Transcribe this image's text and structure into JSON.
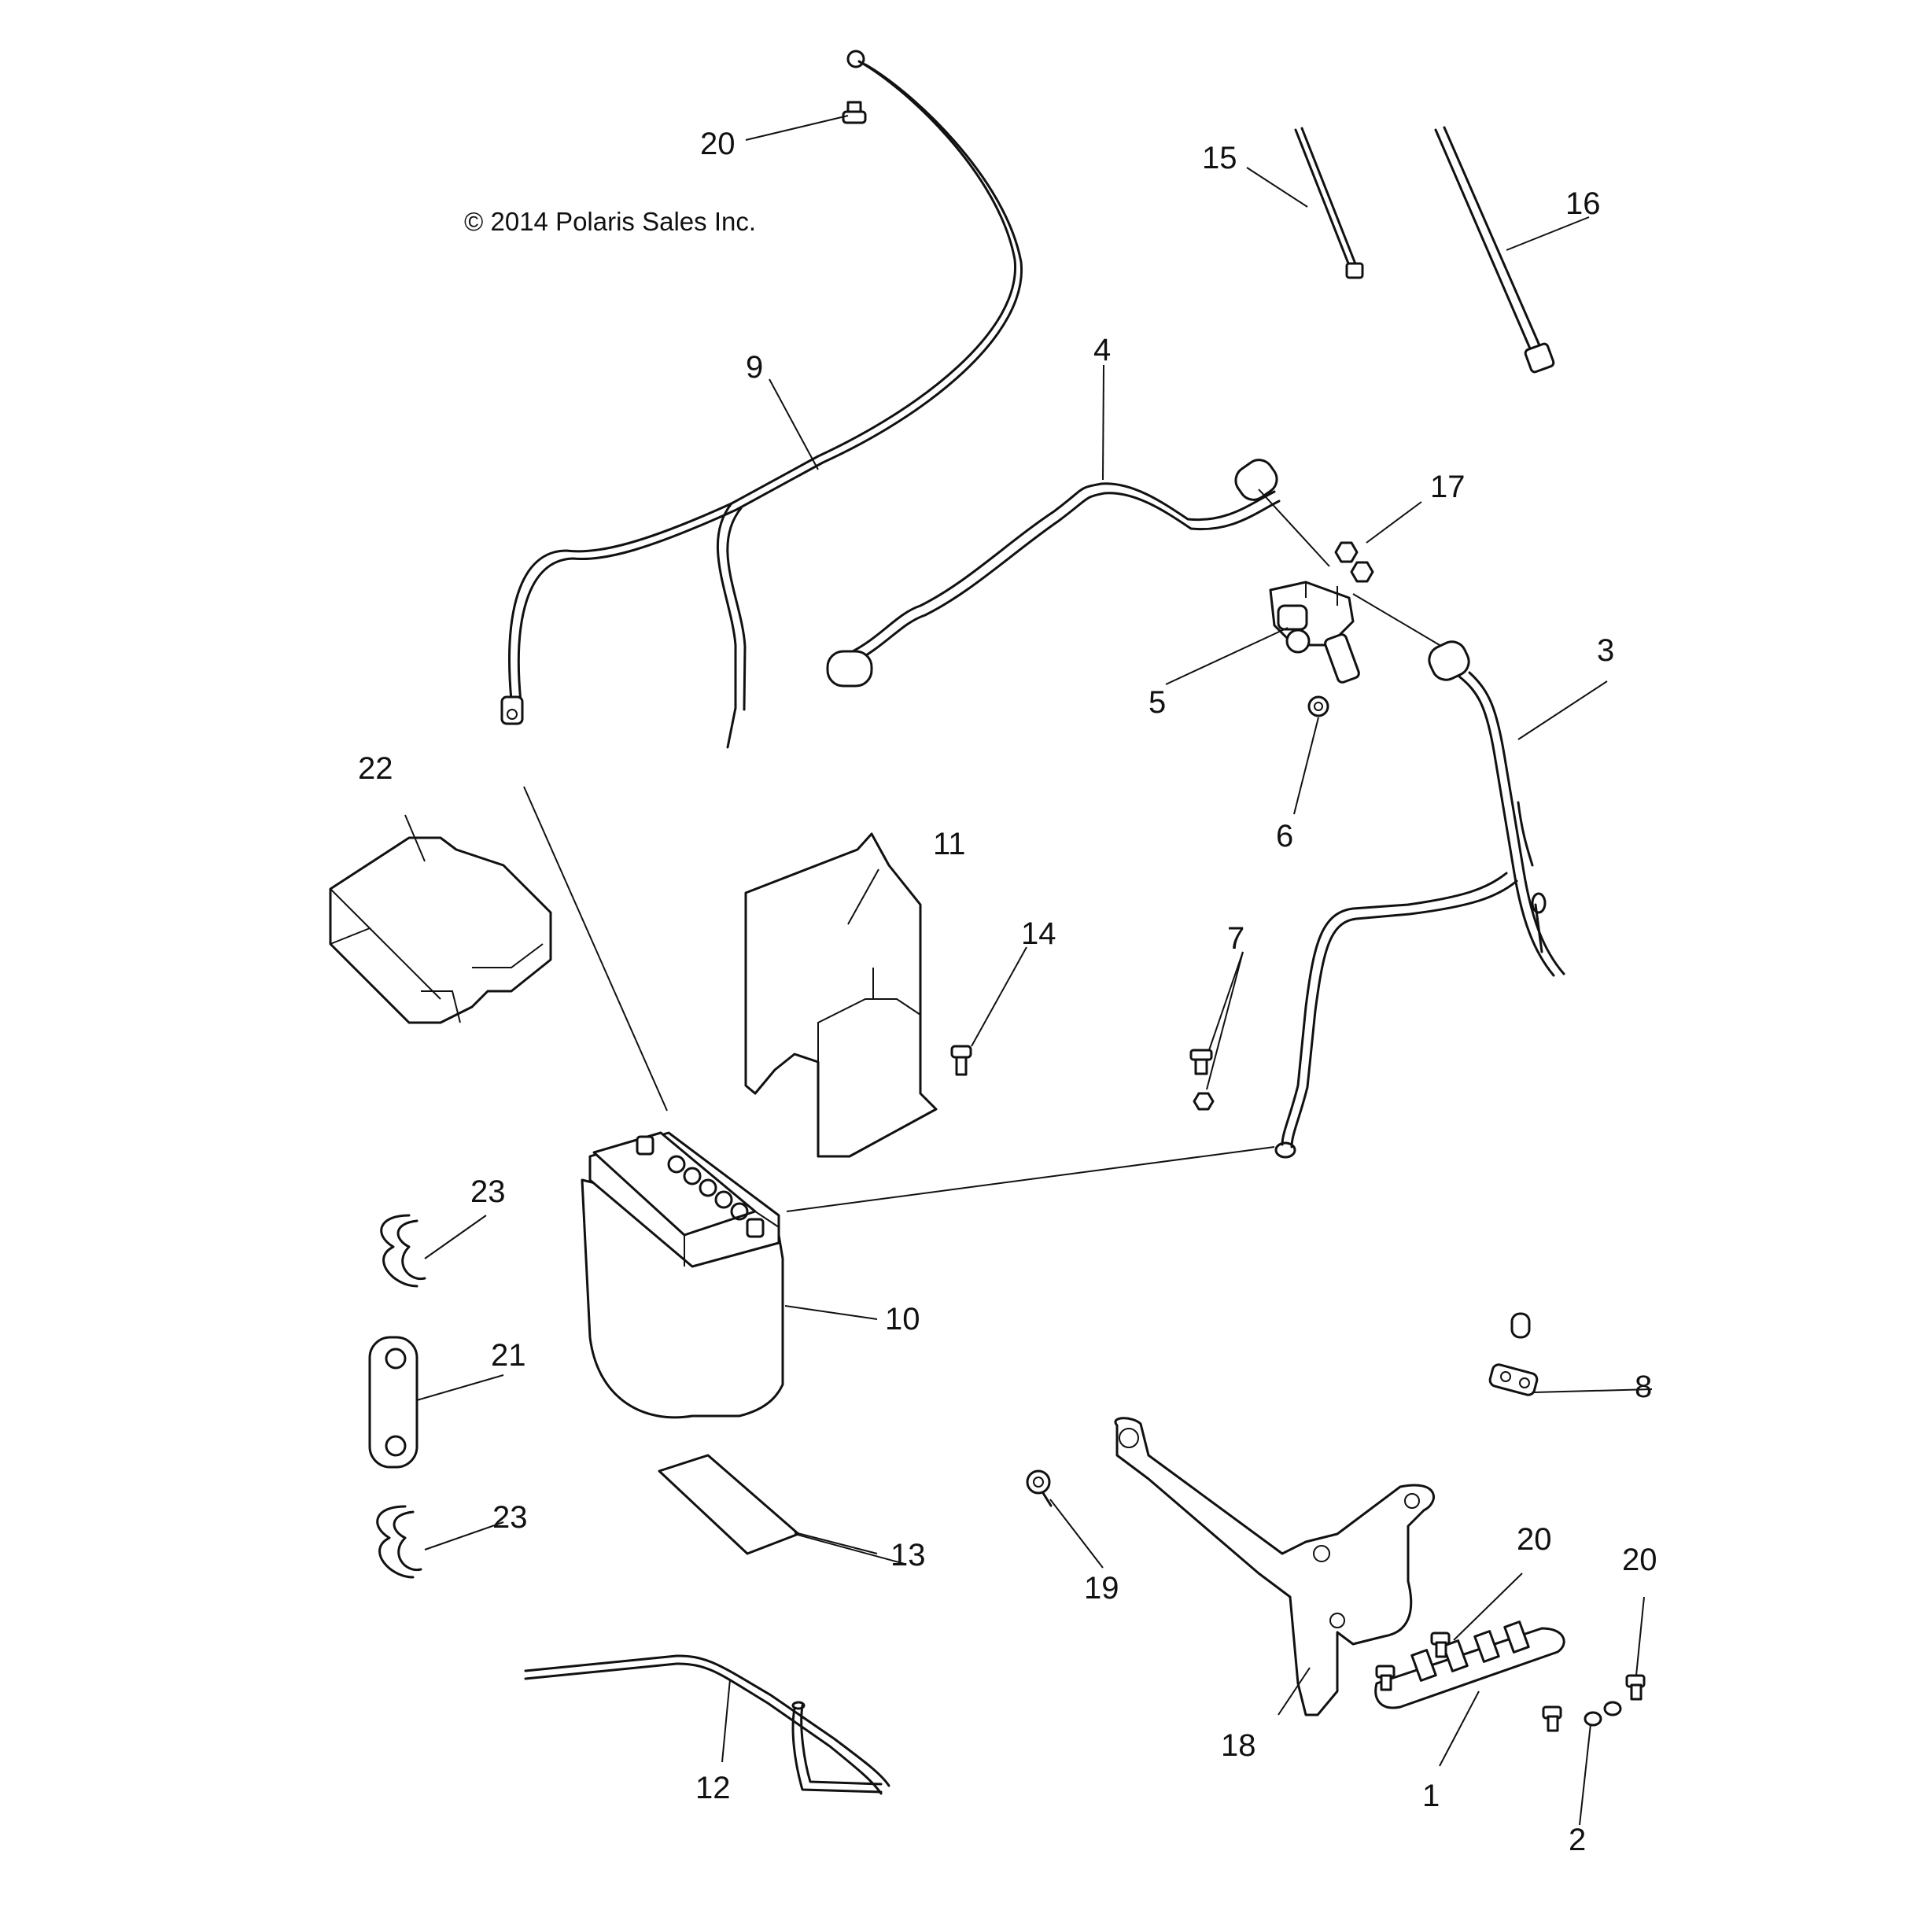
{
  "copyright": "© 2014 Polaris Sales Inc.",
  "callouts": {
    "c1": "1",
    "c2": "2",
    "c3": "3",
    "c4": "4",
    "c5": "5",
    "c6": "6",
    "c7": "7",
    "c8": "8",
    "c9": "9",
    "c10": "10",
    "c11": "11",
    "c12": "12",
    "c13": "13",
    "c14": "14",
    "c15": "15",
    "c16": "16",
    "c17": "17",
    "c18": "18",
    "c19": "19",
    "c20a": "20",
    "c20b": "20",
    "c20c": "20",
    "c21": "21",
    "c22": "22",
    "c23a": "23",
    "c23b": "23"
  }
}
